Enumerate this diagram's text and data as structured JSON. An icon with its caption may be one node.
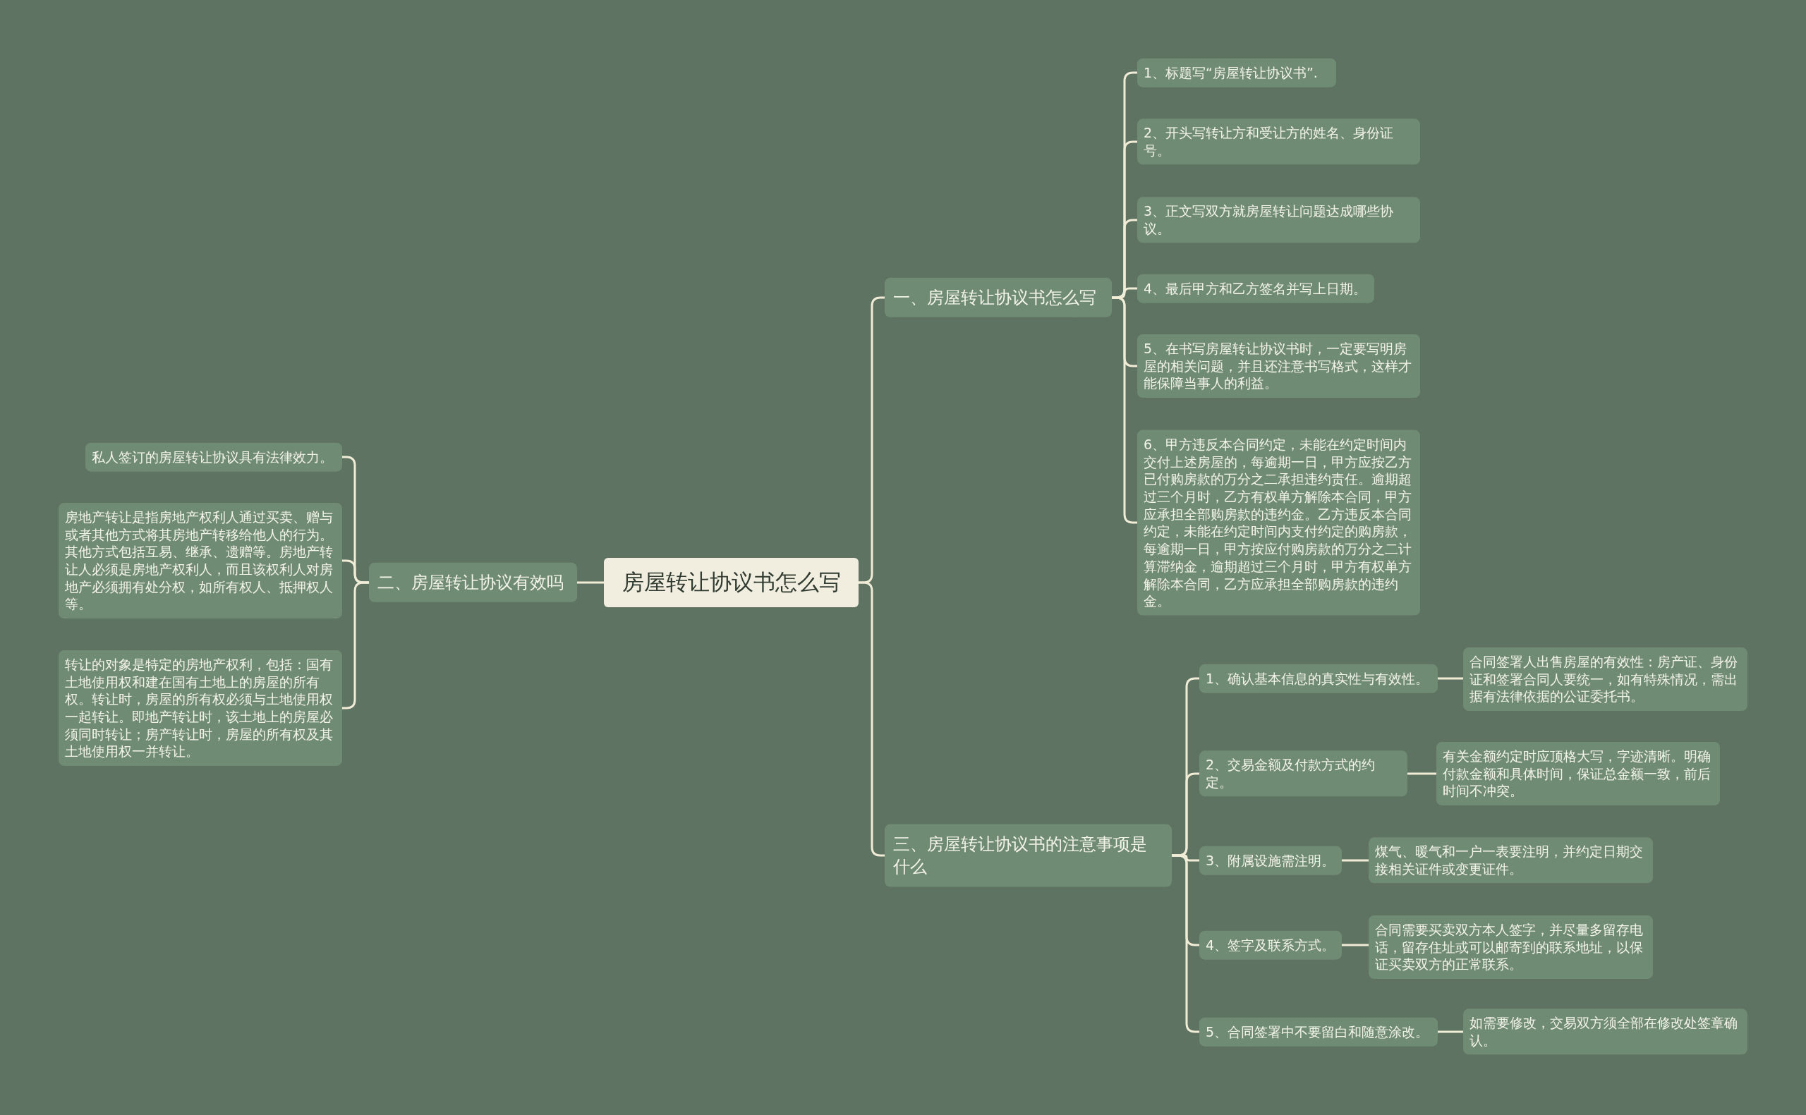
{
  "diagram": {
    "nodes": [
      {
        "text": [
          "房屋转让协议书怎么写"
        ]
      },
      {
        "text": [
          "一、房屋转让协议书怎么写"
        ]
      },
      {
        "text": [
          "1、标题写“房屋转让协议书”."
        ]
      },
      {
        "text": [
          "2、开头写转让方和受让方的姓名、身份证号。"
        ]
      },
      {
        "text": [
          "3、正文写双方就房屋转让问题达成哪些协议。"
        ]
      },
      {
        "text": [
          "4、最后甲方和乙方签名并写上日期。"
        ]
      },
      {
        "text": [
          "5、在书写房屋转让协议书时，一定要写明房屋的相关问题，并且还注意书写格式，这样才能保障当事人的利益。"
        ]
      },
      {
        "text": [
          "6、甲方违反本合同约定，未能在约定时间内交付上述房屋的，每逾期一日，甲方应按乙方已付购房款的万分之二承担违约责任。逾期超过三个月时，乙方有权单方解除本合同，甲方应承担全部购房款的违约金。乙方违反本合同约定，未能在约定时间内支付约定的购房款，每逾期一日，甲方按应付购房款的万分之二计算滞纳金，逾期超过三个月时，甲方有权单方解除本合同，乙方应承担全部购房款的违约金。"
        ]
      },
      {
        "text": [
          "三、房屋转让协议书的注意事项是什么"
        ]
      },
      {
        "text": [
          "1、确认基本信息的真实性与有效性。"
        ]
      },
      {
        "text": [
          "合同签署人出售房屋的有效性：房产证、身份证和签署合同人要统一，如有特殊情况，需出据有法律依据的公证委托书。"
        ]
      },
      {
        "text": [
          "2、交易金额及付款方式的约定。"
        ]
      },
      {
        "text": [
          "有关金额约定时应顶格大写，字迹清晰。明确付款金额和具体时间，保证总金额一致，前后时间不冲突。"
        ]
      },
      {
        "text": [
          "3、附属设施需注明。"
        ]
      },
      {
        "text": [
          "煤气、暖气和一户一表要注明，并约定日期交接相关证件或变更证件。"
        ]
      },
      {
        "text": [
          "4、签字及联系方式。"
        ]
      },
      {
        "text": [
          "合同需要买卖双方本人签字，并尽量多留存电话，留存住址或可以邮寄到的联系地址，以保证买卖双方的正常联系。"
        ]
      },
      {
        "text": [
          "5、合同签署中不要留白和随意涂改。"
        ]
      },
      {
        "text": [
          "如需要修改，交易双方须全部在修改处签章确认。"
        ]
      },
      {
        "text": [
          "二、房屋转让协议有效吗"
        ]
      },
      {
        "text": [
          "私人签订的房屋转让协议具有法律效力。"
        ]
      },
      {
        "text": [
          "房地产转让是指房地产权利人通过买卖、赠与或者其他方式将其房地产转移给他人的行为。其他方式包括互易、继承、遗赠等。房地产转让人必须是房地产权利人，而且该权利人对房地产必须拥有处分权，如所有权人、抵押权人等。"
        ]
      },
      {
        "text": [
          "转让的对象是特定的房地产权利，包括：国有土地使用权和建在国有土地上的房屋的所有权。转让时，房屋的所有权必须与土地使用权一起转让。即地产转让时，该土地上的房屋必须同时转让；房产转让时，房屋的所有权及其土地使用权一并转让。"
        ]
      }
    ],
    "edges": [
      {
        "from": 0,
        "to": 1,
        "arrow": "none"
      },
      {
        "from": 0,
        "to": 8,
        "arrow": "none"
      },
      {
        "from": 0,
        "to": 19,
        "arrow": "none"
      },
      {
        "from": 1,
        "to": 2,
        "arrow": "none"
      },
      {
        "from": 1,
        "to": 3,
        "arrow": "none"
      },
      {
        "from": 1,
        "to": 4,
        "arrow": "none"
      },
      {
        "from": 1,
        "to": 5,
        "arrow": "none"
      },
      {
        "from": 1,
        "to": 6,
        "arrow": "none"
      },
      {
        "from": 1,
        "to": 7,
        "arrow": "none"
      },
      {
        "from": 8,
        "to": 9,
        "arrow": "none"
      },
      {
        "from": 8,
        "to": 11,
        "arrow": "none"
      },
      {
        "from": 8,
        "to": 13,
        "arrow": "none"
      },
      {
        "from": 8,
        "to": 15,
        "arrow": "none"
      },
      {
        "from": 8,
        "to": 17,
        "arrow": "none"
      },
      {
        "from": 9,
        "to": 10,
        "arrow": "none"
      },
      {
        "from": 11,
        "to": 12,
        "arrow": "none"
      },
      {
        "from": 13,
        "to": 14,
        "arrow": "none"
      },
      {
        "from": 15,
        "to": 16,
        "arrow": "none"
      },
      {
        "from": 17,
        "to": 18,
        "arrow": "none"
      },
      {
        "from": 19,
        "to": 20,
        "arrow": "none"
      },
      {
        "from": 19,
        "to": 21,
        "arrow": "none"
      },
      {
        "from": 19,
        "to": 22,
        "arrow": "none"
      }
    ]
  }
}
